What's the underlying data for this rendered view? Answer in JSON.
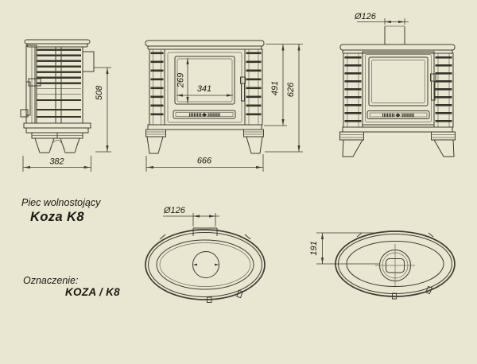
{
  "drawing": {
    "colors": {
      "background": "#e9e6d1",
      "line": "#3e3c31",
      "text": "#1a1810"
    },
    "title": {
      "product_type": "Piec wolnostojący",
      "product_name": "Koza K8",
      "designation_label": "Oznaczenie:",
      "designation_value": "KOZA / K8"
    },
    "dimensions": {
      "side_width": "382",
      "side_height": "508",
      "glass_height": "269",
      "glass_width": "341",
      "body_height": "491",
      "total_height": "626",
      "total_width": "666",
      "flue_diameter_front": "Ø126",
      "flue_diameter_top": "Ø126",
      "flue_center_depth": "191"
    }
  }
}
